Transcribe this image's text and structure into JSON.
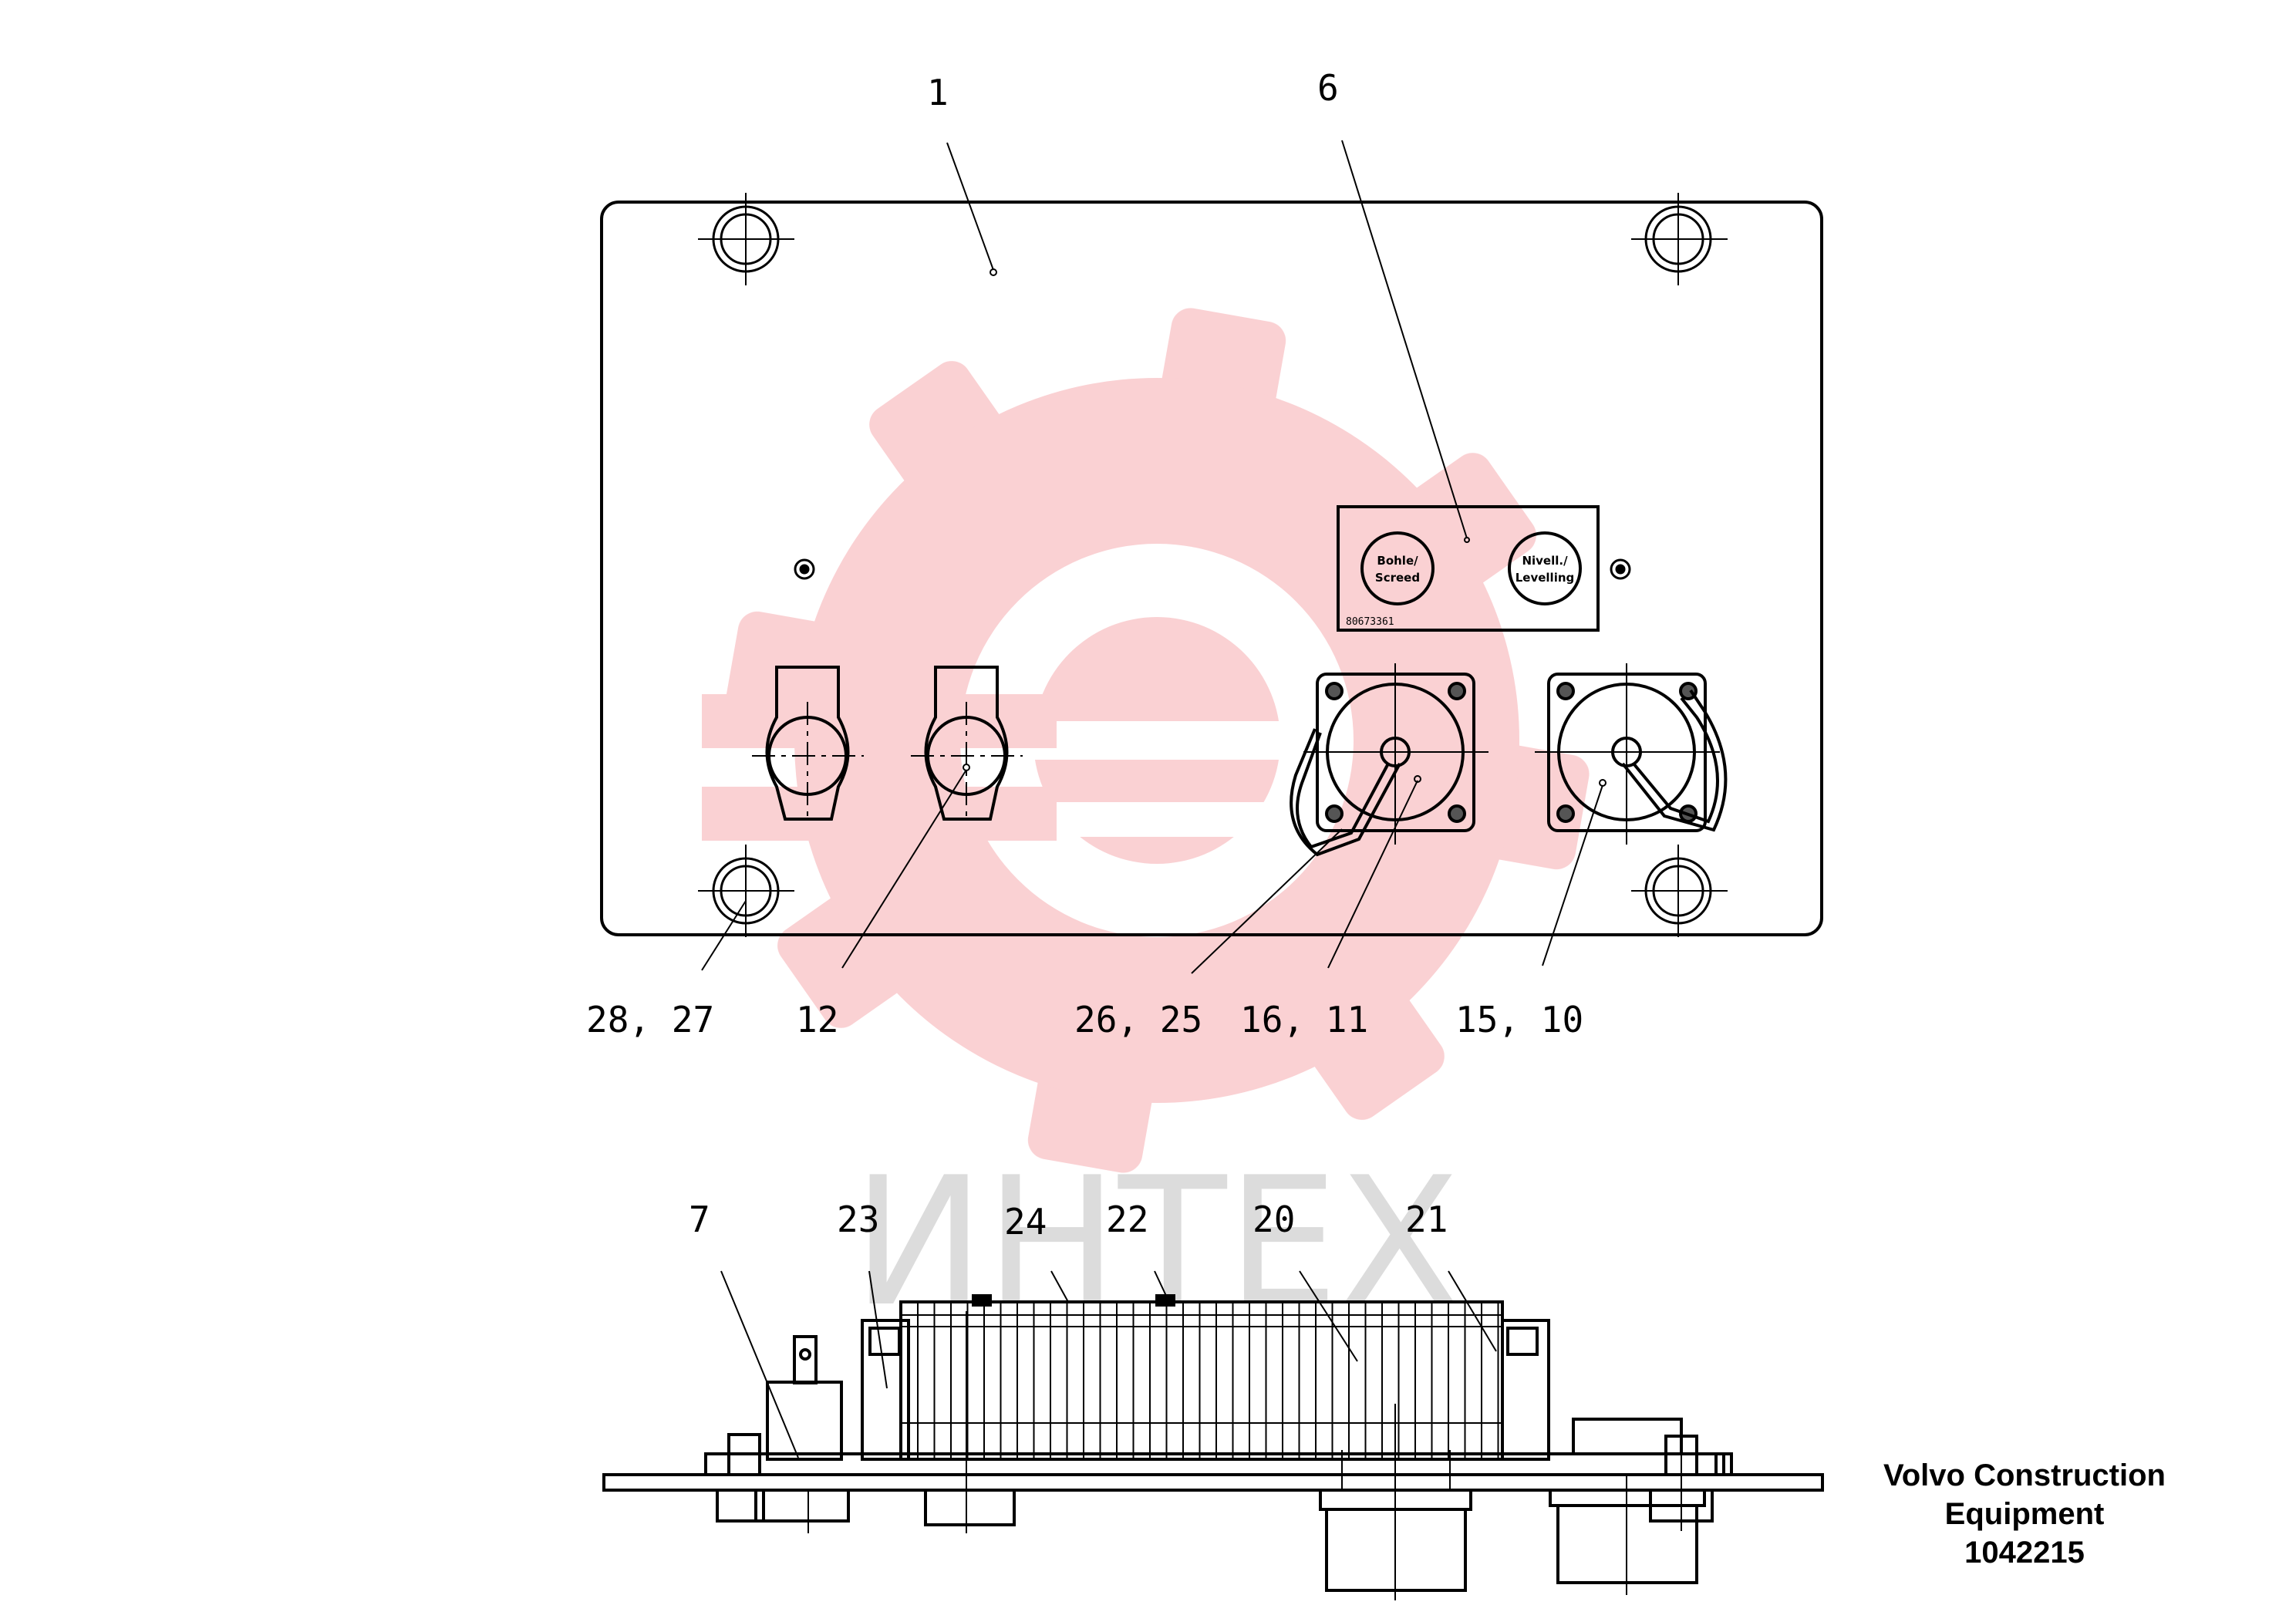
{
  "watermark": {
    "text": "ИНТЕХ",
    "gear_color": "#f9c9cc",
    "text_color": "#dcdcdc"
  },
  "label_plate": {
    "left_button": [
      "Bohle/",
      "Screed"
    ],
    "right_button": [
      "Nivell./",
      "Levelling"
    ],
    "code": "80673361"
  },
  "callouts": {
    "c1": "1",
    "c6": "6",
    "c28_27": "28, 27",
    "c12": "12",
    "c26_25": "26, 25",
    "c16_11": "16, 11",
    "c15_10": "15, 10",
    "c7": "7",
    "c23": "23",
    "c24": "24",
    "c22": "22",
    "c20": "20",
    "c21": "21"
  },
  "credit": {
    "line1": "Volvo Construction",
    "line2": "Equipment",
    "line3": "1042215"
  }
}
